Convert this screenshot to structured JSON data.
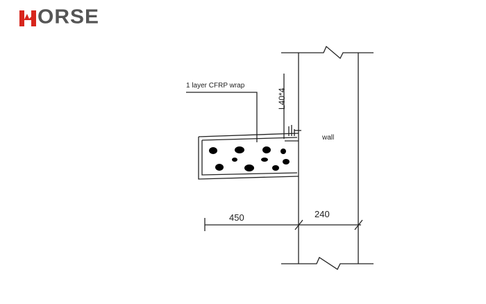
{
  "logo": {
    "text": "ORSE",
    "accent": "#d7261d",
    "text_color": "#555555"
  },
  "labels": {
    "cfrp": "1 layer CFRP wrap",
    "angle": "L40*4",
    "wall": "wall"
  },
  "dimensions": {
    "slab_width": "450",
    "wall_thickness": "240"
  },
  "colors": {
    "line": "#222222",
    "aggregate": "#000000"
  }
}
